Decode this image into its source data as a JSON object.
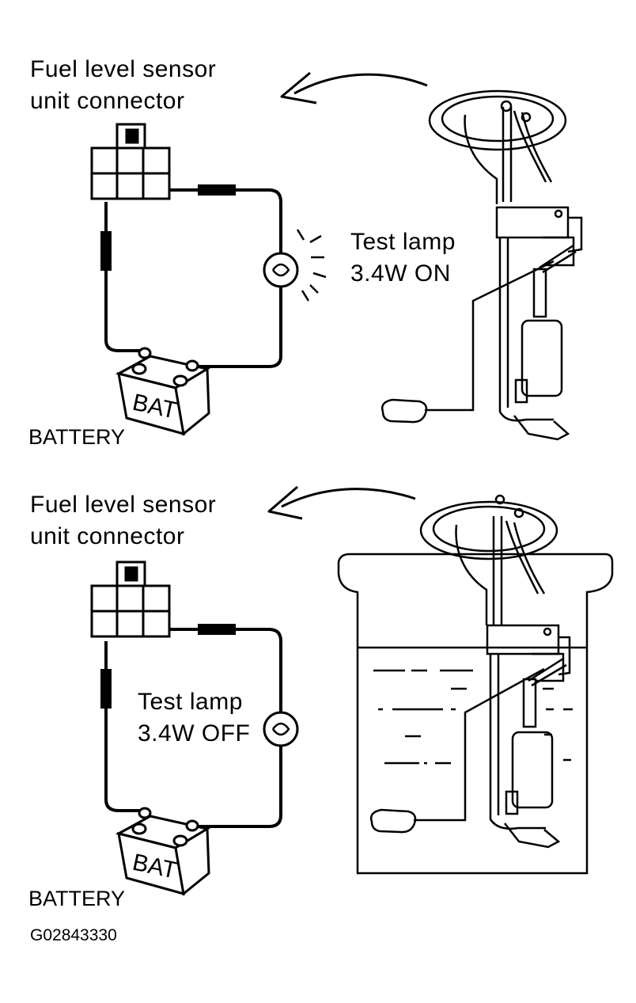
{
  "top_panel": {
    "connector_label_line1": "Fuel level sensor",
    "connector_label_line2": "unit connector",
    "lamp_label_line1": "Test lamp",
    "lamp_label_line2": "3.4W  ON",
    "battery_text": "BAT",
    "battery_label": "BATTERY"
  },
  "bottom_panel": {
    "connector_label_line1": "Fuel level sensor",
    "connector_label_line2": "unit connector",
    "lamp_label_line1": "Test lamp",
    "lamp_label_line2": "3.4W  OFF",
    "battery_text": "BAT",
    "battery_label": "BATTERY"
  },
  "figure_id": "G02843330"
}
